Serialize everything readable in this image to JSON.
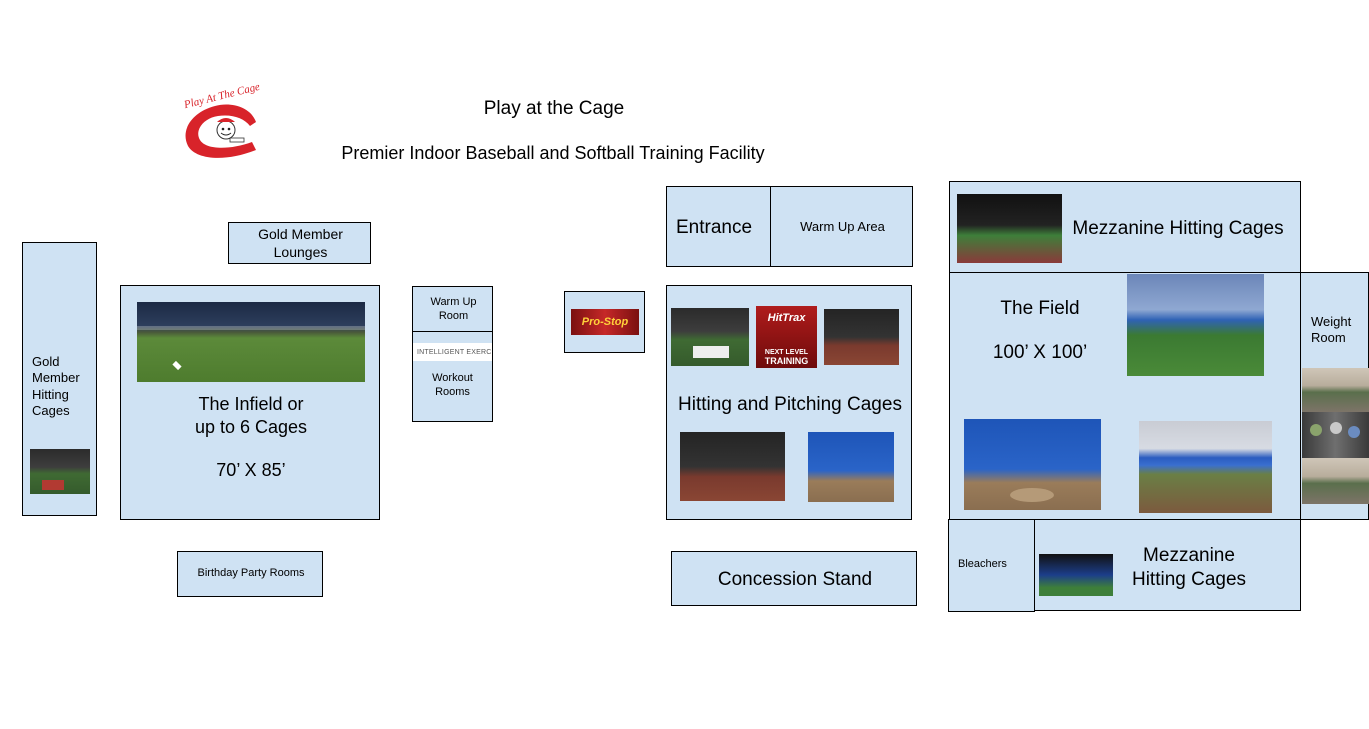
{
  "header": {
    "title": "Play at the Cage",
    "subtitle": "Premier Indoor Baseball and Softball Training Facility",
    "logo_text": "Play At The Cage",
    "logo_color": "#d8232a"
  },
  "rooms": {
    "gold_member_hitting_cages": "Gold\nMember\nHitting\nCages",
    "gold_member_lounges": "Gold Member\nLounges",
    "infield": {
      "name": "The Infield or\nup to 6 Cages",
      "size": "70’ X 85’"
    },
    "warm_up_room": "Warm Up\nRoom",
    "workout_rooms": "Workout\nRooms",
    "intelligent_exercise": "INTELLIGENT EXERCISE",
    "prostop": "Pro-Stop",
    "entrance": "Entrance",
    "warm_up_area": "Warm Up Area",
    "hitting_pitching": "Hitting and Pitching Cages",
    "hittrax": {
      "brand": "HitTrax",
      "line1": "NEXT LEVEL",
      "line2": "TRAINING"
    },
    "mezzanine_top": "Mezzanine Hitting Cages",
    "the_field": {
      "name": "The Field",
      "size": "100’ X 100’"
    },
    "weight_room": "Weight\nRoom",
    "birthday_party_rooms": "Birthday Party Rooms",
    "concession_stand": "Concession Stand",
    "bleachers": "Bleachers",
    "mezzanine_bottom": "Mezzanine\nHitting Cages"
  },
  "colors": {
    "room_fill": "#cfe2f3",
    "room_border": "#000000"
  }
}
